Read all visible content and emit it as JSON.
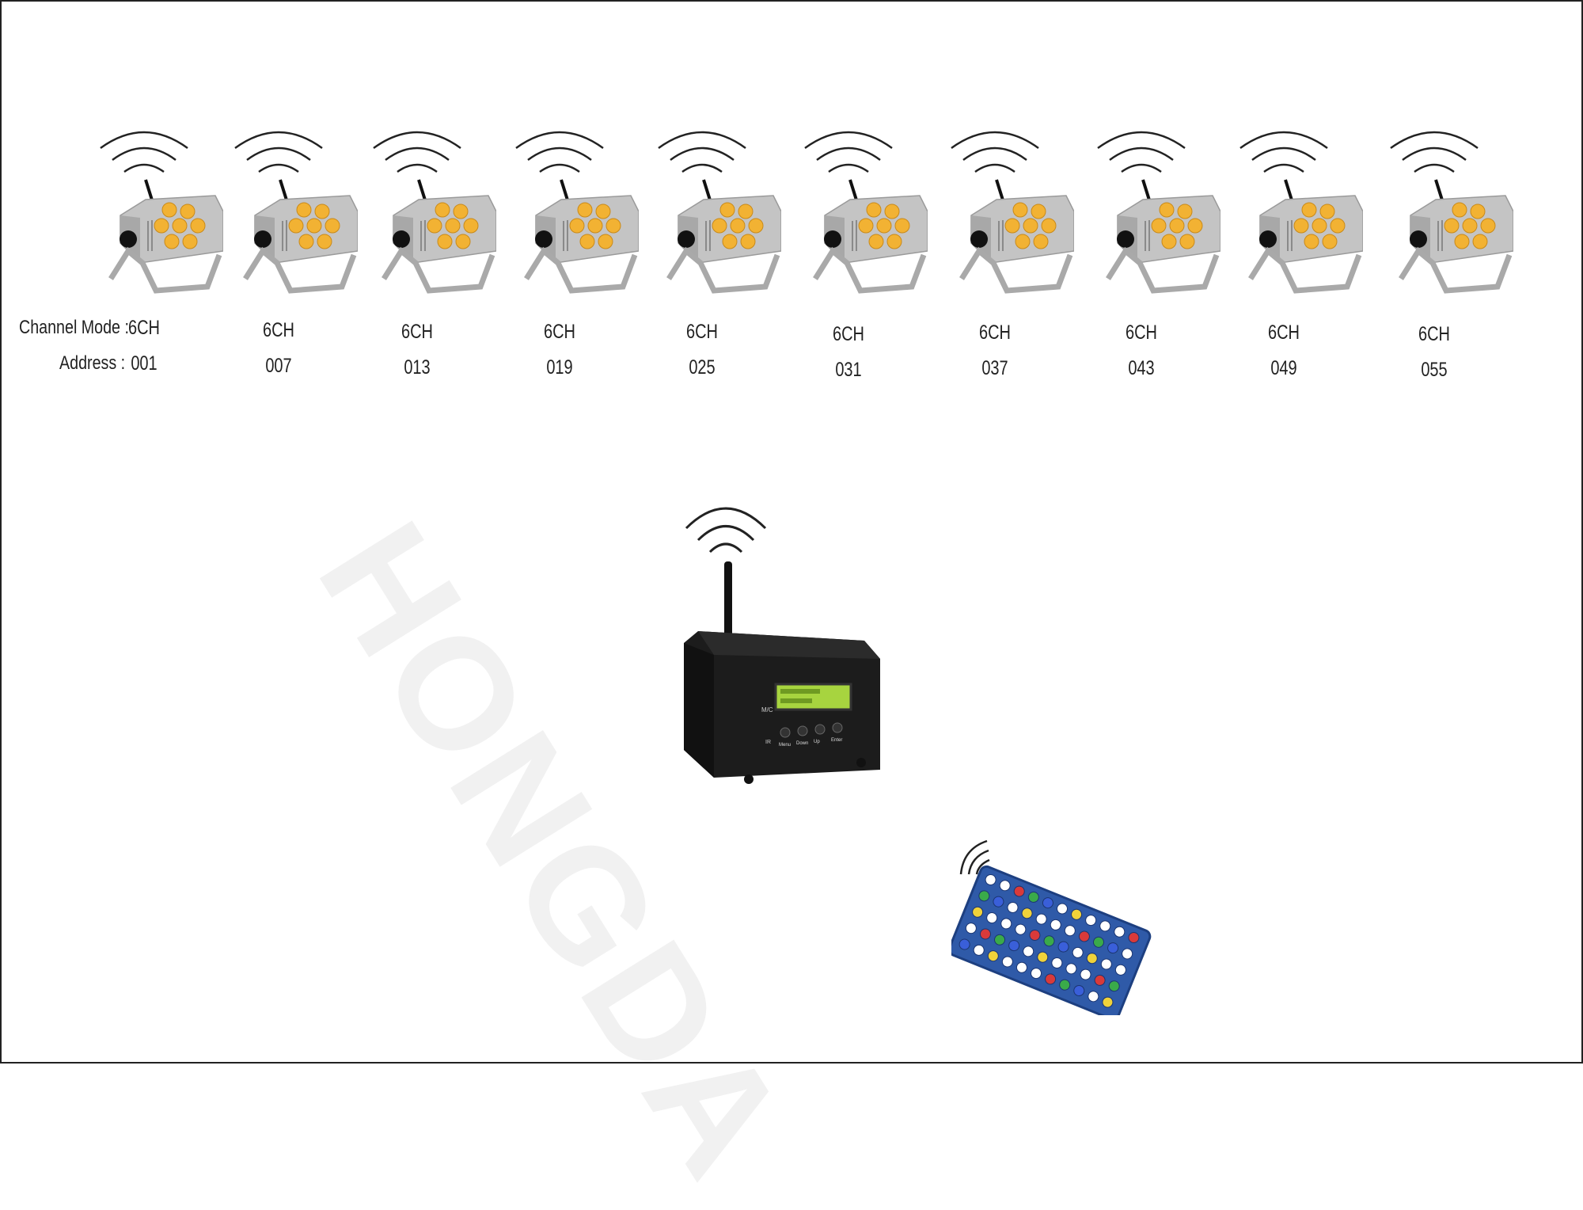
{
  "watermark": "HONGDA",
  "labels": {
    "channel_mode": "Channel Mode :",
    "address": "Address :"
  },
  "fixtures": [
    {
      "mode": "6CH",
      "address": "001"
    },
    {
      "mode": "6CH",
      "address": "007"
    },
    {
      "mode": "6CH",
      "address": "013"
    },
    {
      "mode": "6CH",
      "address": "019"
    },
    {
      "mode": "6CH",
      "address": "025"
    },
    {
      "mode": "6CH",
      "address": "031"
    },
    {
      "mode": "6CH",
      "address": "037"
    },
    {
      "mode": "6CH",
      "address": "043"
    },
    {
      "mode": "6CH",
      "address": "049"
    },
    {
      "mode": "6CH",
      "address": "055"
    }
  ],
  "controller": {
    "buttons": [
      "Menu",
      "Down",
      "Up",
      "Enter"
    ],
    "panel_label": "M/C",
    "side_label": "IR"
  },
  "colors": {
    "fixture_body": "#b9b9b9",
    "led": "#f2b233",
    "lcd": "#9fcf3a",
    "controller_body": "#1a1a1a",
    "remote_body": "#2f5aa8"
  }
}
